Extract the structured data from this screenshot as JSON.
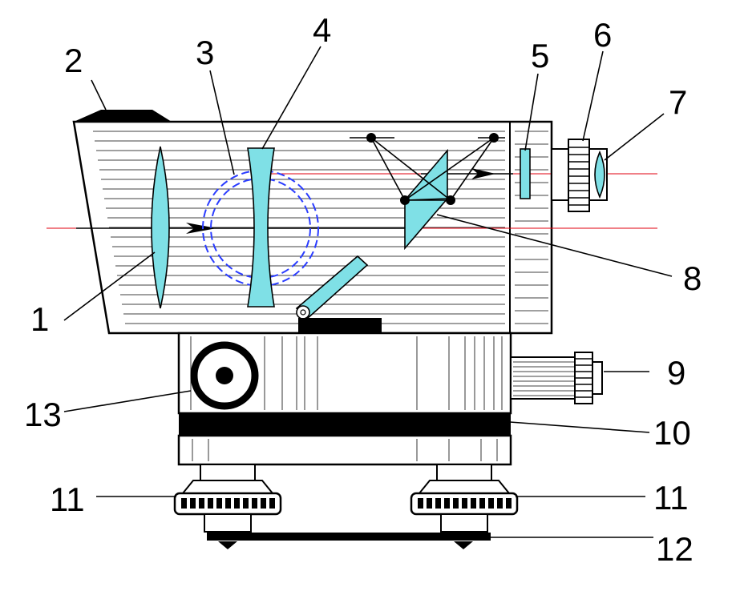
{
  "colors": {
    "glass": "#7fe0e6",
    "optic_axis": "#e0000f",
    "focus_circle": "#2a3cff",
    "line": "#000000",
    "background": "#ffffff"
  },
  "callouts": [
    {
      "id": "1",
      "label": "1",
      "part": "objective-lens"
    },
    {
      "id": "2",
      "label": "2",
      "part": "sight"
    },
    {
      "id": "3",
      "label": "3",
      "part": "focusing-ring"
    },
    {
      "id": "4",
      "label": "4",
      "part": "focusing-lens"
    },
    {
      "id": "5",
      "label": "5",
      "part": "reticle-plate"
    },
    {
      "id": "6",
      "label": "6",
      "part": "eyepiece-ring"
    },
    {
      "id": "7",
      "label": "7",
      "part": "eyepiece-lens"
    },
    {
      "id": "8",
      "label": "8",
      "part": "compensator-prism"
    },
    {
      "id": "9",
      "label": "9",
      "part": "horizontal-drive-screw"
    },
    {
      "id": "10",
      "label": "10",
      "part": "horizontal-circle"
    },
    {
      "id": "11a",
      "label": "11",
      "part": "leveling-screw-left"
    },
    {
      "id": "11b",
      "label": "11",
      "part": "leveling-screw-right"
    },
    {
      "id": "12",
      "label": "12",
      "part": "base-plate"
    },
    {
      "id": "13",
      "label": "13",
      "part": "focusing-knob"
    }
  ]
}
